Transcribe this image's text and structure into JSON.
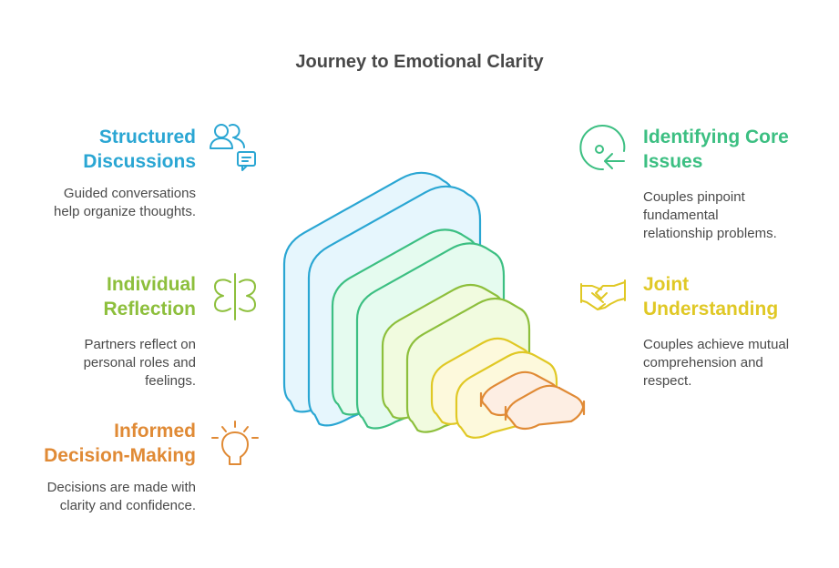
{
  "title": "Journey to Emotional Clarity",
  "colors": {
    "blue": "#2aa6d3",
    "green": "#3cbf82",
    "lime": "#8dbf3c",
    "yellow": "#e0c825",
    "orange": "#e08a35",
    "text": "#4a4a4a"
  },
  "items": [
    {
      "heading_line1": "Structured",
      "heading_line2": "Discussions",
      "desc_line1": "Guided conversations",
      "desc_line2": "help organize thoughts.",
      "desc_line3": "",
      "icon": "people-chat-icon",
      "color": "#2aa6d3"
    },
    {
      "heading_line1": "Identifying Core",
      "heading_line2": "Issues",
      "desc_line1": "Couples pinpoint",
      "desc_line2": "fundamental",
      "desc_line3": "relationship problems.",
      "icon": "target-arrow-icon",
      "color": "#3cbf82"
    },
    {
      "heading_line1": "Individual",
      "heading_line2": "Reflection",
      "desc_line1": "Partners reflect on",
      "desc_line2": "personal roles and",
      "desc_line3": "feelings.",
      "icon": "butterfly-mirror-icon",
      "color": "#8dbf3c"
    },
    {
      "heading_line1": "Joint",
      "heading_line2": "Understanding",
      "desc_line1": "Couples achieve mutual",
      "desc_line2": "comprehension and",
      "desc_line3": "respect.",
      "icon": "handshake-icon",
      "color": "#e0c825"
    },
    {
      "heading_line1": "Informed",
      "heading_line2": "Decision-Making",
      "desc_line1": "Decisions are made with",
      "desc_line2": "clarity and confidence.",
      "desc_line3": "",
      "icon": "lightbulb-icon",
      "color": "#e08a35"
    }
  ],
  "layers": [
    {
      "name": "structured-discussions",
      "stroke": "#2aa6d3",
      "fill": "#e6f6fd"
    },
    {
      "name": "identifying-core-issues",
      "stroke": "#3cbf82",
      "fill": "#e5fbef"
    },
    {
      "name": "individual-reflection",
      "stroke": "#8dbf3c",
      "fill": "#f1fbdf"
    },
    {
      "name": "joint-understanding",
      "stroke": "#e0c825",
      "fill": "#fdf9dc"
    },
    {
      "name": "informed-decision-making",
      "stroke": "#e08a35",
      "fill": "#fdeee3"
    }
  ]
}
